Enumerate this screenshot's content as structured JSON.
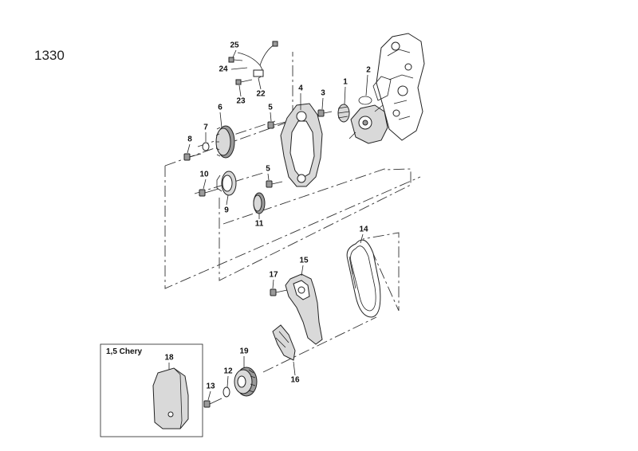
{
  "diagram": {
    "page_number": "1330",
    "inset_label": "1,5 Chery",
    "callouts": [
      {
        "id": "c1",
        "label": "1"
      },
      {
        "id": "c2",
        "label": "2"
      },
      {
        "id": "c3",
        "label": "3"
      },
      {
        "id": "c4",
        "label": "4"
      },
      {
        "id": "c5a",
        "label": "5"
      },
      {
        "id": "c5b",
        "label": "5"
      },
      {
        "id": "c6",
        "label": "6"
      },
      {
        "id": "c7",
        "label": "7"
      },
      {
        "id": "c8",
        "label": "8"
      },
      {
        "id": "c9",
        "label": "9"
      },
      {
        "id": "c10",
        "label": "10"
      },
      {
        "id": "c11",
        "label": "11"
      },
      {
        "id": "c12",
        "label": "12"
      },
      {
        "id": "c13",
        "label": "13"
      },
      {
        "id": "c14",
        "label": "14"
      },
      {
        "id": "c15",
        "label": "15"
      },
      {
        "id": "c16",
        "label": "16"
      },
      {
        "id": "c17",
        "label": "17"
      },
      {
        "id": "c18",
        "label": "18"
      },
      {
        "id": "c19",
        "label": "19"
      },
      {
        "id": "c22",
        "label": "22"
      },
      {
        "id": "c23",
        "label": "23"
      },
      {
        "id": "c24",
        "label": "24"
      },
      {
        "id": "c25",
        "label": "25"
      }
    ]
  }
}
